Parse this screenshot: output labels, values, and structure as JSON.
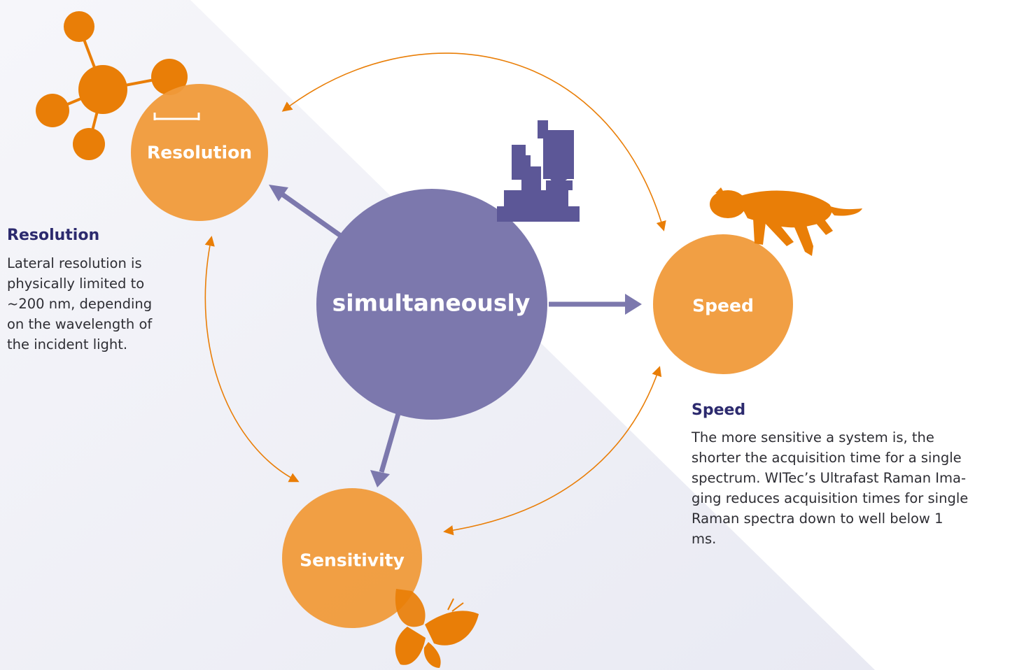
{
  "colors": {
    "orange": "#f09a3a",
    "orange_dark": "#e97e07",
    "purple": "#7c78ad",
    "purple_dark": "#5c5797",
    "navy": "#2c2a6e",
    "shadow": "#eef0f7",
    "text": "#2d2d33"
  },
  "center": {
    "label": "simultaneously",
    "icon": "microscope-icon"
  },
  "nodes": {
    "resolution": {
      "label": "Resolution",
      "icon": "molecule-icon",
      "glyph": "scale-bar-icon"
    },
    "speed": {
      "label": "Speed",
      "icon": "cheetah-icon"
    },
    "sensitivity": {
      "label": "Sensitivity",
      "icon": "butterfly-icon"
    }
  },
  "info": {
    "resolution": {
      "title": "Resolution",
      "body": "Lateral resolution is\nphysically limited to\n~200 nm, depending\non the wavelength of\nthe incident light."
    },
    "speed": {
      "title": "Speed",
      "body": "The more sensitive a system is, the\nshorter the acquisition time for a single\nspectrum. WITec’s Ultrafast Raman Ima-\nging reduces acquisition times for single\nRaman spectra down to well below 1\nms."
    }
  }
}
